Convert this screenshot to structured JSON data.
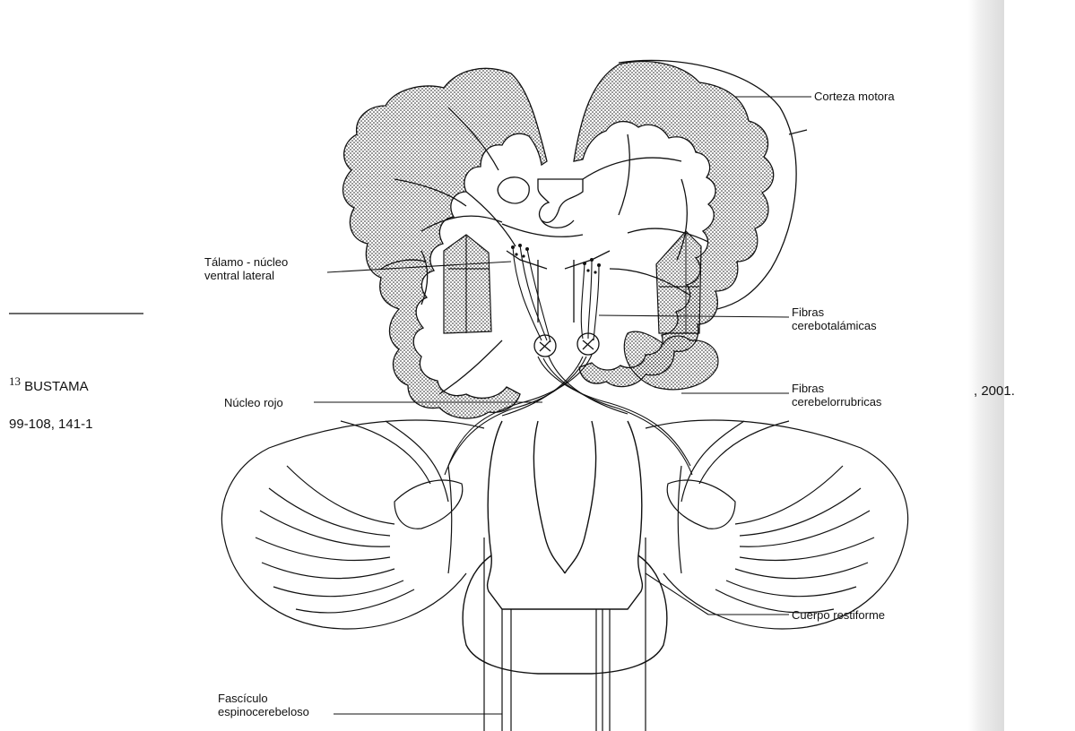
{
  "labels": {
    "corteza_motora": "Corteza motora",
    "talamo": "Tálamo - núcleo ventral lateral",
    "fibras_cerebotalamicas": "Fibras cerebotalámicas",
    "nucleo_rojo": "Núcleo rojo",
    "fibras_cerebelorrubricas": "Fibras cerebelorrubricas",
    "cuerpo_restiforme": "Cuerpo restiforme",
    "fasciculo": "Fascículo espinocerebeloso"
  },
  "label_lines": {
    "talamo": [
      "Tálamo - núcleo",
      "ventral lateral"
    ],
    "fibras_cerebotalamicas": [
      "Fibras",
      "cerebotalámicas"
    ],
    "fibras_cerebelorrubricas": [
      "Fibras",
      "cerebelorrubricas"
    ],
    "fasciculo": [
      "Fascículo",
      "espinocerebeloso"
    ]
  },
  "footnote": {
    "number": "13",
    "line1_start": "BUSTAMA",
    "line1_end": ", 2001.",
    "line2_start": "99-108, 141-1"
  },
  "colors": {
    "ink": "#111111",
    "page_shadow": "#dcdcdc",
    "background": "#ffffff"
  }
}
